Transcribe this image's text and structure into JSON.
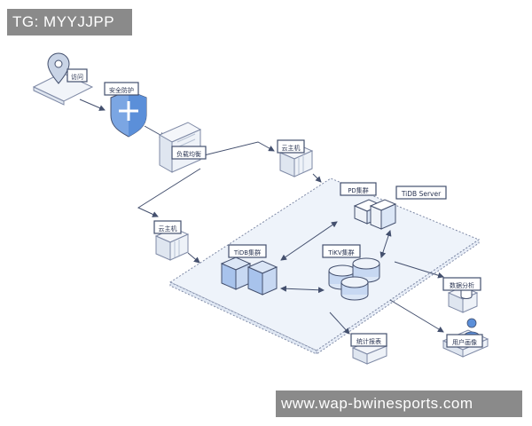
{
  "watermarks": {
    "top": "TG: MYYJJPP",
    "bottom": "www.wap-bwinesports.com"
  },
  "nodes": {
    "visit": "访问",
    "security": "安全防护",
    "load_balancer": "负载均衡",
    "cloud_host_right": "云主机",
    "cloud_host_left": "云主机",
    "pd_cluster": "PD集群",
    "tidb_server": "TiDB Server",
    "tidb_cluster": "TiDB集群",
    "tikv_cluster": "TiKV集群",
    "data_analysis": "数据分析",
    "stats_report": "统计报表",
    "user_profile": "用户画像"
  },
  "colors": {
    "stroke": "#44506e",
    "accent_blue": "#5b8fd9",
    "light_blue": "#dbe6f6",
    "platform_fill": "#eef3fa"
  }
}
